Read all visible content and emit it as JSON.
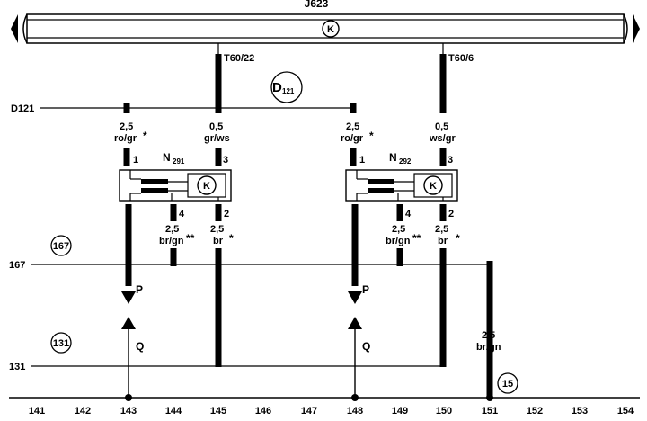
{
  "unit": {
    "id": "J623",
    "symbol": "K",
    "pins": [
      {
        "label": "T60/22"
      },
      {
        "label": "T60/6"
      }
    ]
  },
  "rails": {
    "left_code": "D121",
    "d121_main": "D",
    "d121_sub": "121",
    "lines": [
      {
        "label": "167",
        "circle": "167"
      },
      {
        "label": "131",
        "circle": "131"
      }
    ]
  },
  "valves": [
    {
      "name_main": "N",
      "name_sub": "291",
      "symbol": "K",
      "pin1": "1",
      "pin3": "3",
      "pin4": "4",
      "pin2": "2",
      "wire_in": {
        "size": "2,5",
        "color": "ro/gr",
        "mark": "*"
      },
      "wire_ctrl": {
        "size": "0,5",
        "color": "gr/ws"
      },
      "wire_4": {
        "size": "2,5",
        "color": "br/gn",
        "mark": "**"
      },
      "wire_2": {
        "size": "2,5",
        "color": "br",
        "mark": "*"
      },
      "arrow_p": "P",
      "arrow_q": "Q"
    },
    {
      "name_main": "N",
      "name_sub": "292",
      "symbol": "K",
      "pin1": "1",
      "pin3": "3",
      "pin4": "4",
      "pin2": "2",
      "wire_in": {
        "size": "2,5",
        "color": "ro/gr",
        "mark": "*"
      },
      "wire_ctrl": {
        "size": "0,5",
        "color": "ws/gr"
      },
      "wire_4": {
        "size": "2,5",
        "color": "br/gn",
        "mark": "**"
      },
      "wire_2": {
        "size": "2,5",
        "color": "br",
        "mark": "*"
      },
      "arrow_p": "P",
      "arrow_q": "Q"
    }
  ],
  "ground": {
    "wire_size": "2,5",
    "wire_color": "br/gn",
    "circle": "15"
  },
  "columns": [
    "141",
    "142",
    "143",
    "144",
    "145",
    "146",
    "147",
    "148",
    "149",
    "150",
    "151",
    "152",
    "153",
    "154"
  ]
}
